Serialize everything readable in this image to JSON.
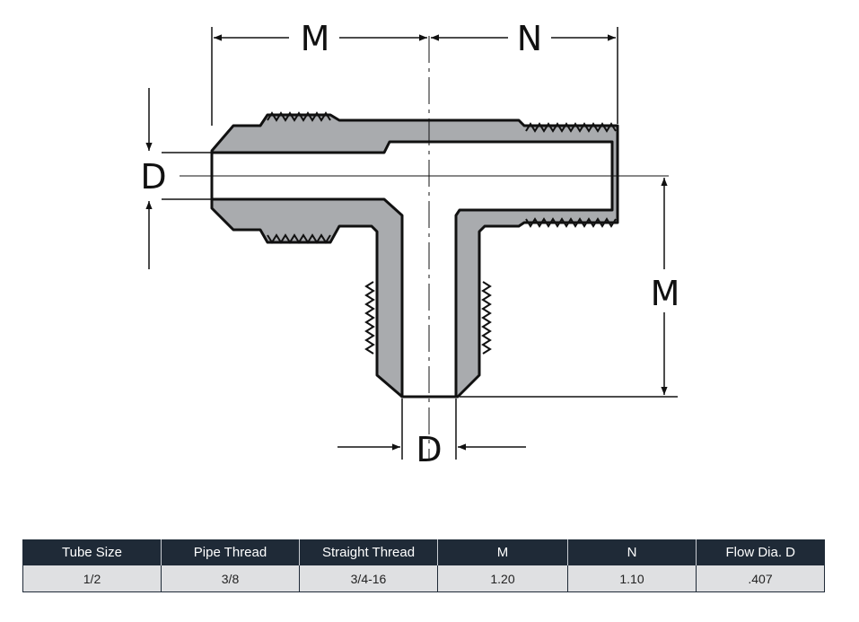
{
  "colors": {
    "metal": "#a9abae",
    "outline": "#111111",
    "header_bg": "#1f2a37",
    "row_bg": "#dfe0e2"
  },
  "diagram": {
    "label_m_top": "M",
    "label_n_top": "N",
    "label_d_left": "D",
    "label_m_right": "M",
    "label_d_bottom": "D"
  },
  "table": {
    "headers": [
      "Tube Size",
      "Pipe Thread",
      "Straight Thread",
      "M",
      "N",
      "Flow Dia. D"
    ],
    "rows": [
      [
        "1/2",
        "3/8",
        "3/4-16",
        "1.20",
        "1.10",
        ".407"
      ]
    ]
  }
}
